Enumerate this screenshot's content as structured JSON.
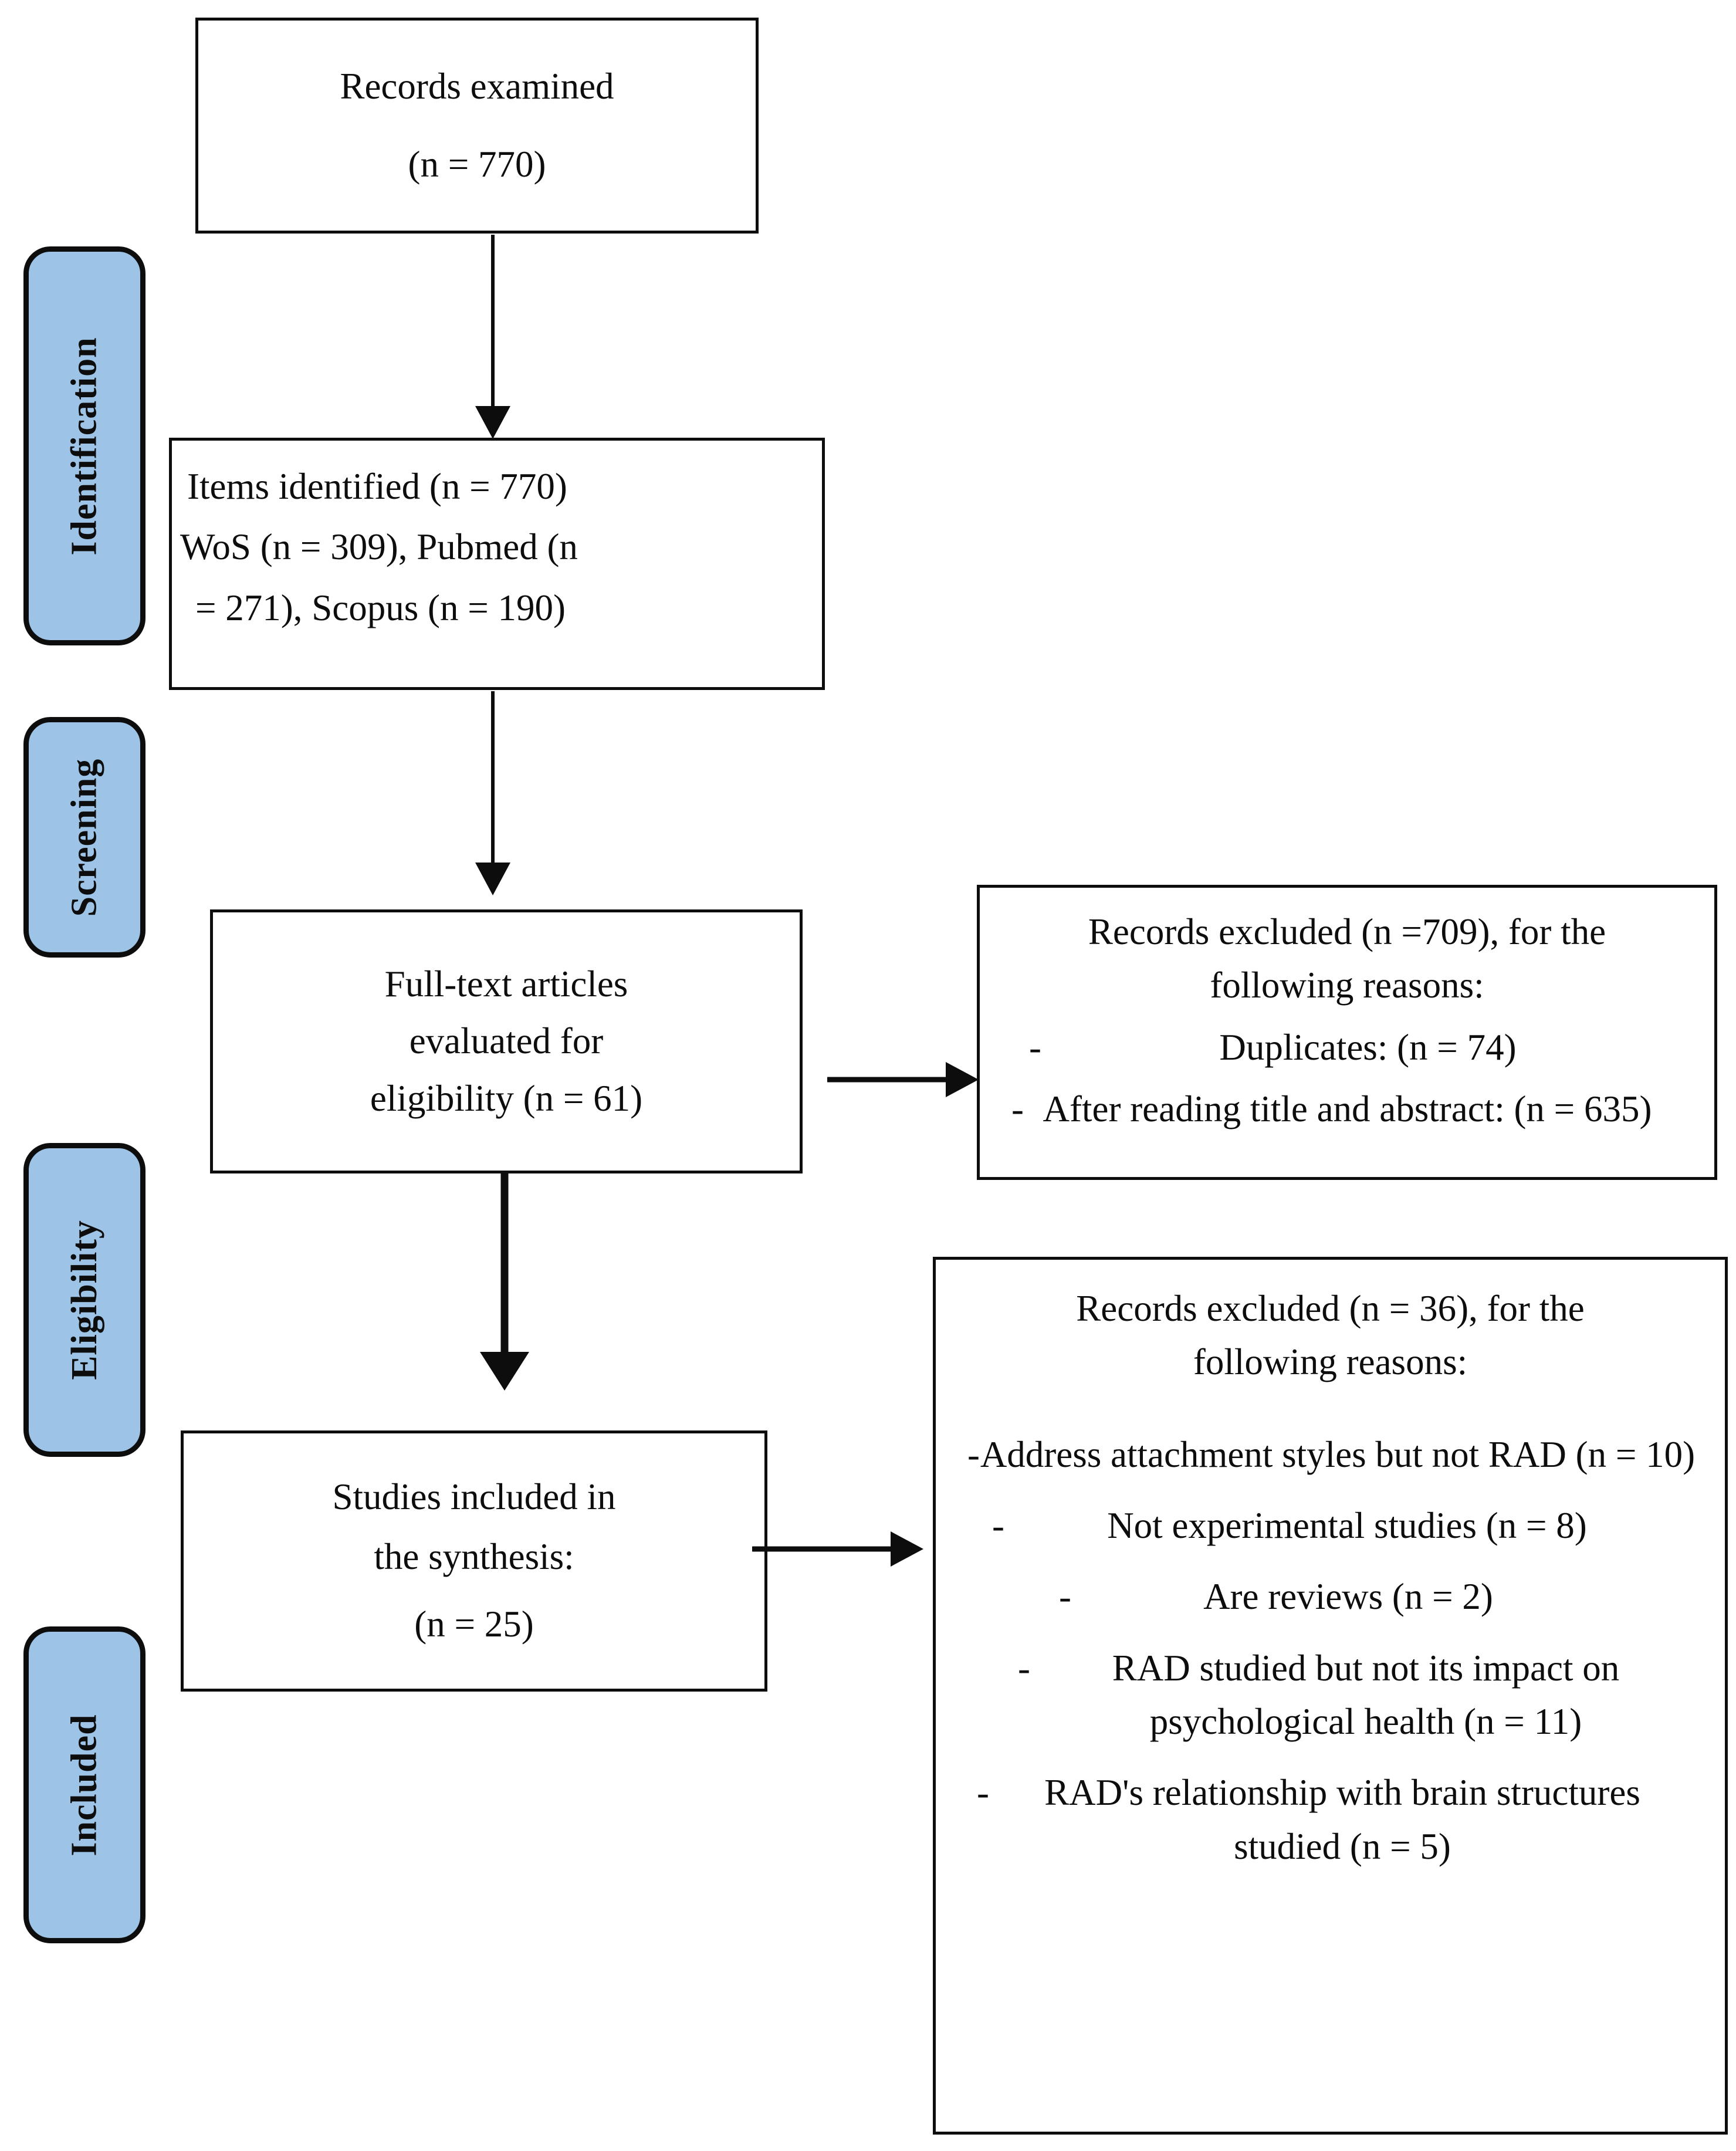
{
  "diagram": {
    "type": "prisma-flow-diagram",
    "accent_color": "#9DC3E6",
    "line_color": "#0D0D0D",
    "background_color": "#FFFFFF"
  },
  "phases": [
    {
      "label": "Identification"
    },
    {
      "label": "Screening"
    },
    {
      "label": "Eligibility"
    },
    {
      "label": "Included"
    }
  ],
  "boxes": {
    "records_examined": {
      "line1": "Records examined",
      "line2": "(n = 770)"
    },
    "items_identified": {
      "line1": "Items identified (n = 770)",
      "line2": "WoS (n = 309), Pubmed (n",
      "line3": "= 271), Scopus (n = 190)"
    },
    "fulltext_evaluated": {
      "line1": "Full-text articles",
      "line2": "evaluated for",
      "line3": "eligibility (n = 61)"
    },
    "studies_included": {
      "line1": "Studies included in",
      "line2": "the synthesis:",
      "line3": "(n = 25)"
    },
    "excluded_screening": {
      "head_line1": "Records excluded (n =709), for the",
      "head_line2": "following reasons:",
      "dash": "-",
      "reasons": [
        "Duplicates: (n = 74)",
        "After reading title and abstract: (n = 635)"
      ]
    },
    "excluded_eligibility": {
      "head_line1": "Records excluded  (n = 36), for the",
      "head_line2": "following reasons:",
      "dash": "-",
      "reasons": [
        "Address attachment styles but not RAD (n = 10)",
        "Not experimental studies (n = 8)",
        "Are reviews (n = 2)",
        "RAD studied but not its impact on psychological health (n = 11)",
        "RAD's relationship with brain structures studied (n = 5)"
      ]
    }
  },
  "chart_data": {
    "type": "diagram",
    "title": "PRISMA flow diagram",
    "nodes": [
      {
        "id": "records_examined",
        "stage": "Identification",
        "label": "Records examined",
        "n": 770
      },
      {
        "id": "items_identified",
        "stage": "Identification",
        "label": "Items identified",
        "n": 770,
        "sources": [
          {
            "name": "WoS",
            "n": 309
          },
          {
            "name": "Pubmed",
            "n": 271
          },
          {
            "name": "Scopus",
            "n": 190
          }
        ]
      },
      {
        "id": "fulltext_evaluated",
        "stage": "Screening",
        "label": "Full-text articles evaluated for eligibility",
        "n": 61
      },
      {
        "id": "studies_included",
        "stage": "Included",
        "label": "Studies included in the synthesis",
        "n": 25
      },
      {
        "id": "excluded_screening",
        "stage": "Screening",
        "label": "Records excluded",
        "n": 709,
        "reasons": [
          {
            "label": "Duplicates",
            "n": 74
          },
          {
            "label": "After reading title and abstract",
            "n": 635
          }
        ]
      },
      {
        "id": "excluded_eligibility",
        "stage": "Eligibility",
        "label": "Records excluded",
        "n": 36,
        "reasons": [
          {
            "label": "Address attachment styles but not RAD",
            "n": 10
          },
          {
            "label": "Not experimental studies",
            "n": 8
          },
          {
            "label": "Are reviews",
            "n": 2
          },
          {
            "label": "RAD studied but not its impact on psychological health",
            "n": 11
          },
          {
            "label": "RAD's relationship with brain structures studied",
            "n": 5
          }
        ]
      }
    ],
    "edges": [
      {
        "from": "records_examined",
        "to": "items_identified",
        "direction": "down"
      },
      {
        "from": "items_identified",
        "to": "fulltext_evaluated",
        "direction": "down"
      },
      {
        "from": "fulltext_evaluated",
        "to": "studies_included",
        "direction": "down"
      },
      {
        "from": "fulltext_evaluated",
        "to": "excluded_screening",
        "direction": "right"
      },
      {
        "from": "studies_included",
        "to": "excluded_eligibility",
        "direction": "right"
      }
    ]
  }
}
